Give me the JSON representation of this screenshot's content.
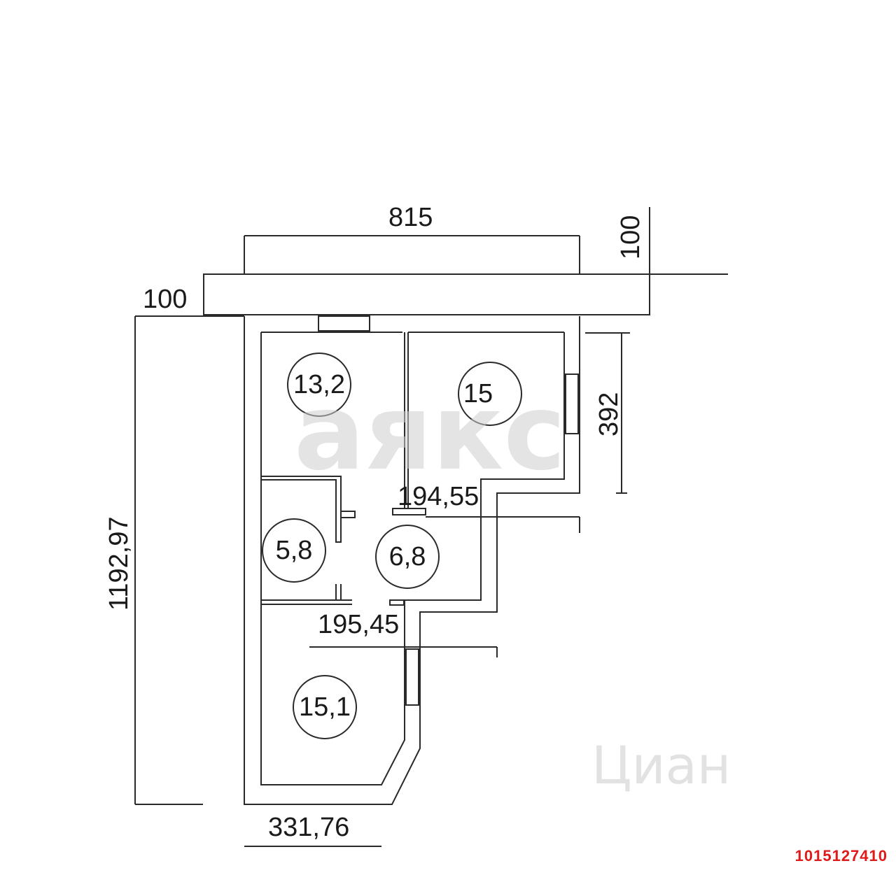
{
  "dimensions": {
    "top_width": "815",
    "top_thickness": "100",
    "left_offset": "100",
    "right_height": "392",
    "total_height": "1192,97",
    "mid_width_1": "194,55",
    "mid_width_2": "195,45",
    "bottom_width": "331,76"
  },
  "rooms": [
    {
      "id": "room-1",
      "area": "13,2"
    },
    {
      "id": "room-2",
      "area": "15"
    },
    {
      "id": "room-3",
      "area": "5,8"
    },
    {
      "id": "room-4",
      "area": "6,8"
    },
    {
      "id": "room-5",
      "area": "15,1"
    }
  ],
  "watermarks": {
    "main": "аякс",
    "secondary": "Циан"
  },
  "listing_id": "1015127410",
  "colors": {
    "line": "#2a2a2a",
    "id_text": "#e01919"
  }
}
